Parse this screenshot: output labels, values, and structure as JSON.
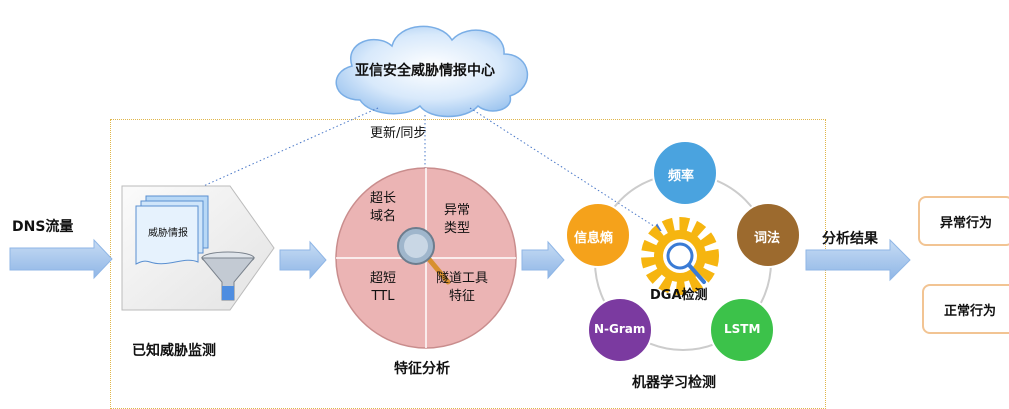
{
  "cloud": {
    "label": "亚信安全威胁情报中心"
  },
  "sync_label": "更新/同步",
  "input_label": "DNS流量",
  "known_threat": {
    "doc_label": "威胁情报",
    "caption": "已知威胁监测"
  },
  "feature": {
    "caption": "特征分析",
    "q1": [
      "超长",
      "域名"
    ],
    "q2": [
      "异常",
      "类型"
    ],
    "q3": [
      "超短",
      "TTL"
    ],
    "q4": [
      "隧道工具",
      "特征"
    ]
  },
  "ml": {
    "caption": "机器学习检测",
    "center": "DGA检测",
    "nodes": {
      "freq": "频率",
      "lexical": "词法",
      "entropy": "信息熵",
      "ngram": "N-Gram",
      "lstm": "LSTM"
    },
    "colors": {
      "freq": "#4aa3df",
      "lexical": "#9c6a2e",
      "entropy": "#f5a21b",
      "ngram": "#7b3aa0",
      "lstm": "#3cc24a"
    }
  },
  "result_label": "分析结果",
  "results": {
    "abnormal": "异常行为",
    "normal": "正常行为"
  }
}
